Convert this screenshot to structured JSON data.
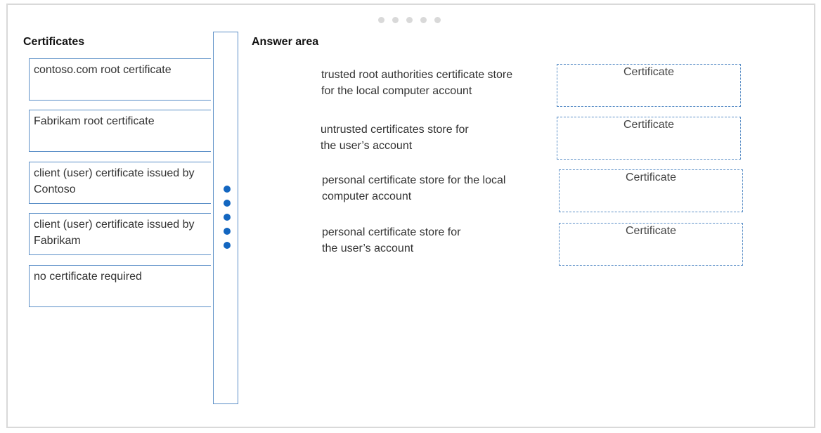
{
  "certificates": {
    "title": "Certificates",
    "items": [
      {
        "label": "contoso.com root certificate"
      },
      {
        "label": "Fabrikam root certificate"
      },
      {
        "label": "client (user) certificate issued by Contoso"
      },
      {
        "label": "client (user) certificate issued by Fabrikam"
      },
      {
        "label": "no certificate required"
      }
    ]
  },
  "answer_area": {
    "title": "Answer area",
    "rows": [
      {
        "line1": "trusted root authorities certificate store",
        "line2": "for the local computer account",
        "drop_value": "Certificate"
      },
      {
        "line1": "untrusted certificates store for",
        "line2": "the user’s account",
        "drop_value": "Certificate"
      },
      {
        "line1": "personal certificate store for the local",
        "line2": "computer account",
        "drop_value": "Certificate"
      },
      {
        "line1": "personal certificate store for",
        "line2": "the user’s account",
        "drop_value": "Certificate"
      }
    ]
  },
  "colors": {
    "accent": "#1366c0",
    "border": "#5b8fc7"
  }
}
